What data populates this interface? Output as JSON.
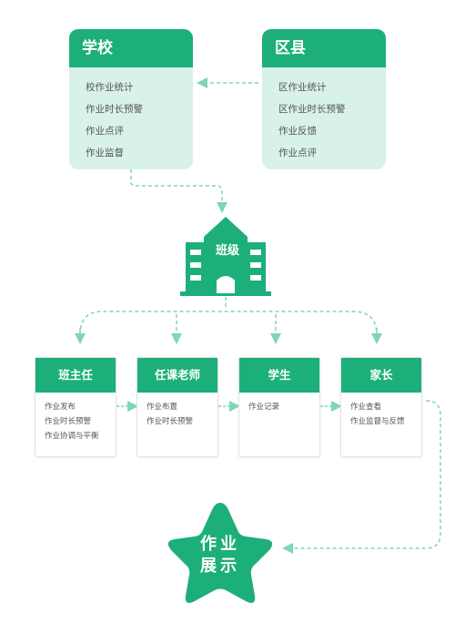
{
  "school": {
    "title": "学校",
    "items": [
      "校作业统计",
      "作业时长预警",
      "作业点评",
      "作业监督"
    ]
  },
  "district": {
    "title": "区县",
    "items": [
      "区作业统计",
      "区作业时长预警",
      "作业反馈",
      "作业点评"
    ]
  },
  "class_node": {
    "label": "班级"
  },
  "roles": [
    {
      "title": "班主任",
      "items": [
        "作业发布",
        "作业时长预警",
        "作业协调与平衡"
      ]
    },
    {
      "title": "任课老师",
      "items": [
        "作业布置",
        "作业时长预警"
      ]
    },
    {
      "title": "学生",
      "items": [
        "作业记录"
      ]
    },
    {
      "title": "家长",
      "items": [
        "作业查看",
        "作业监督与反馈"
      ]
    }
  ],
  "display": {
    "line1": "作业",
    "line2": "展示"
  },
  "colors": {
    "primary": "#1daf7a",
    "light": "#d8f1ea",
    "line": "#7fd5b6"
  }
}
